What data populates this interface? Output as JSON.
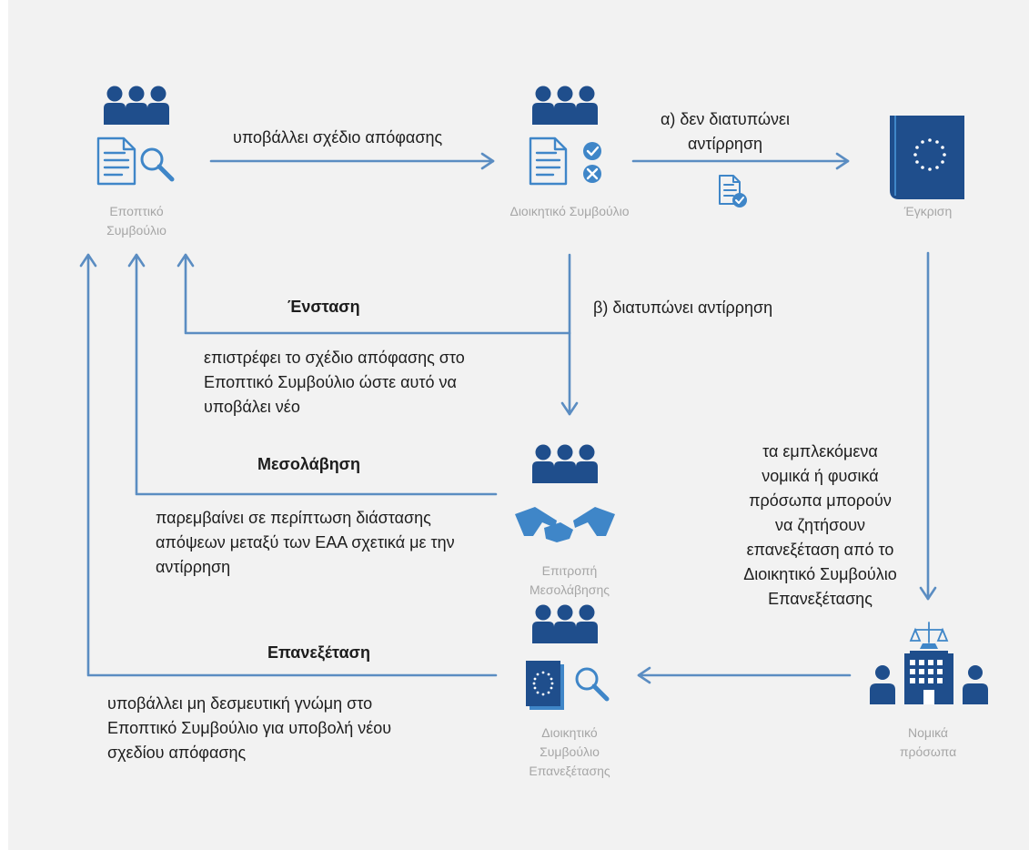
{
  "nodes": {
    "supervisory": "Εποπτικό\nΣυμβούλιο",
    "board": "Διοικητικό Συμβούλιο",
    "approval": "Έγκριση",
    "mediation_panel": "Επιτροπή\nΜεσολάβησης",
    "review_board": "Διοικητικό\nΣυμβούλιο\nΕπανεξέτασης",
    "legal_persons": "Νομικά\nπρόσωπα"
  },
  "edges": {
    "submits": "υποβάλλει σχέδιο απόφασης",
    "no_objection": "α) δεν διατυπώνει\nαντίρρηση",
    "objection": "β) διατυπώνει αντίρρηση",
    "legal_request": "τα εμπλεκόμενα\nνομικά ή φυσικά\nπρόσωπα μπορούν\nνα ζητήσουν\nεπανεξέταση από το\nΔιοικητικό Συμβούλιο\nΕπανεξέτασης"
  },
  "paths": {
    "enstasi": {
      "title": "Ένσταση",
      "text": "επιστρέφει το σχέδιο απόφασης στο\nΕποπτικό Συμβούλιο ώστε αυτό να\nυποβάλει νέο"
    },
    "mesolavisi": {
      "title": "Μεσολάβηση",
      "text": "παρεμβαίνει σε περίπτωση διάστασης\nαπόψεων μεταξύ των ΕΑΑ σχετικά με την\nαντίρρηση"
    },
    "epanexetasi": {
      "title": "Επανεξέταση",
      "text": "υποβάλλει μη δεσμευτική γνώμη στο\nΕποπτικό Συμβούλιο για υποβολή νέου\nσχεδίου απόφασης"
    }
  },
  "colors": {
    "background": "#f2f2f2",
    "arrow": "#5b8dc2",
    "icon_dark": "#1f4e8c",
    "icon_light": "#3f86c8",
    "label_gray": "#a6a6a6",
    "text": "#1d1d1d"
  },
  "icons": [
    "people-group-icon",
    "document-search-icon",
    "document-approve-reject-icon",
    "eu-book-icon",
    "document-check-icon",
    "handshake-icon",
    "eu-document-search-icon",
    "justice-building-icon"
  ]
}
